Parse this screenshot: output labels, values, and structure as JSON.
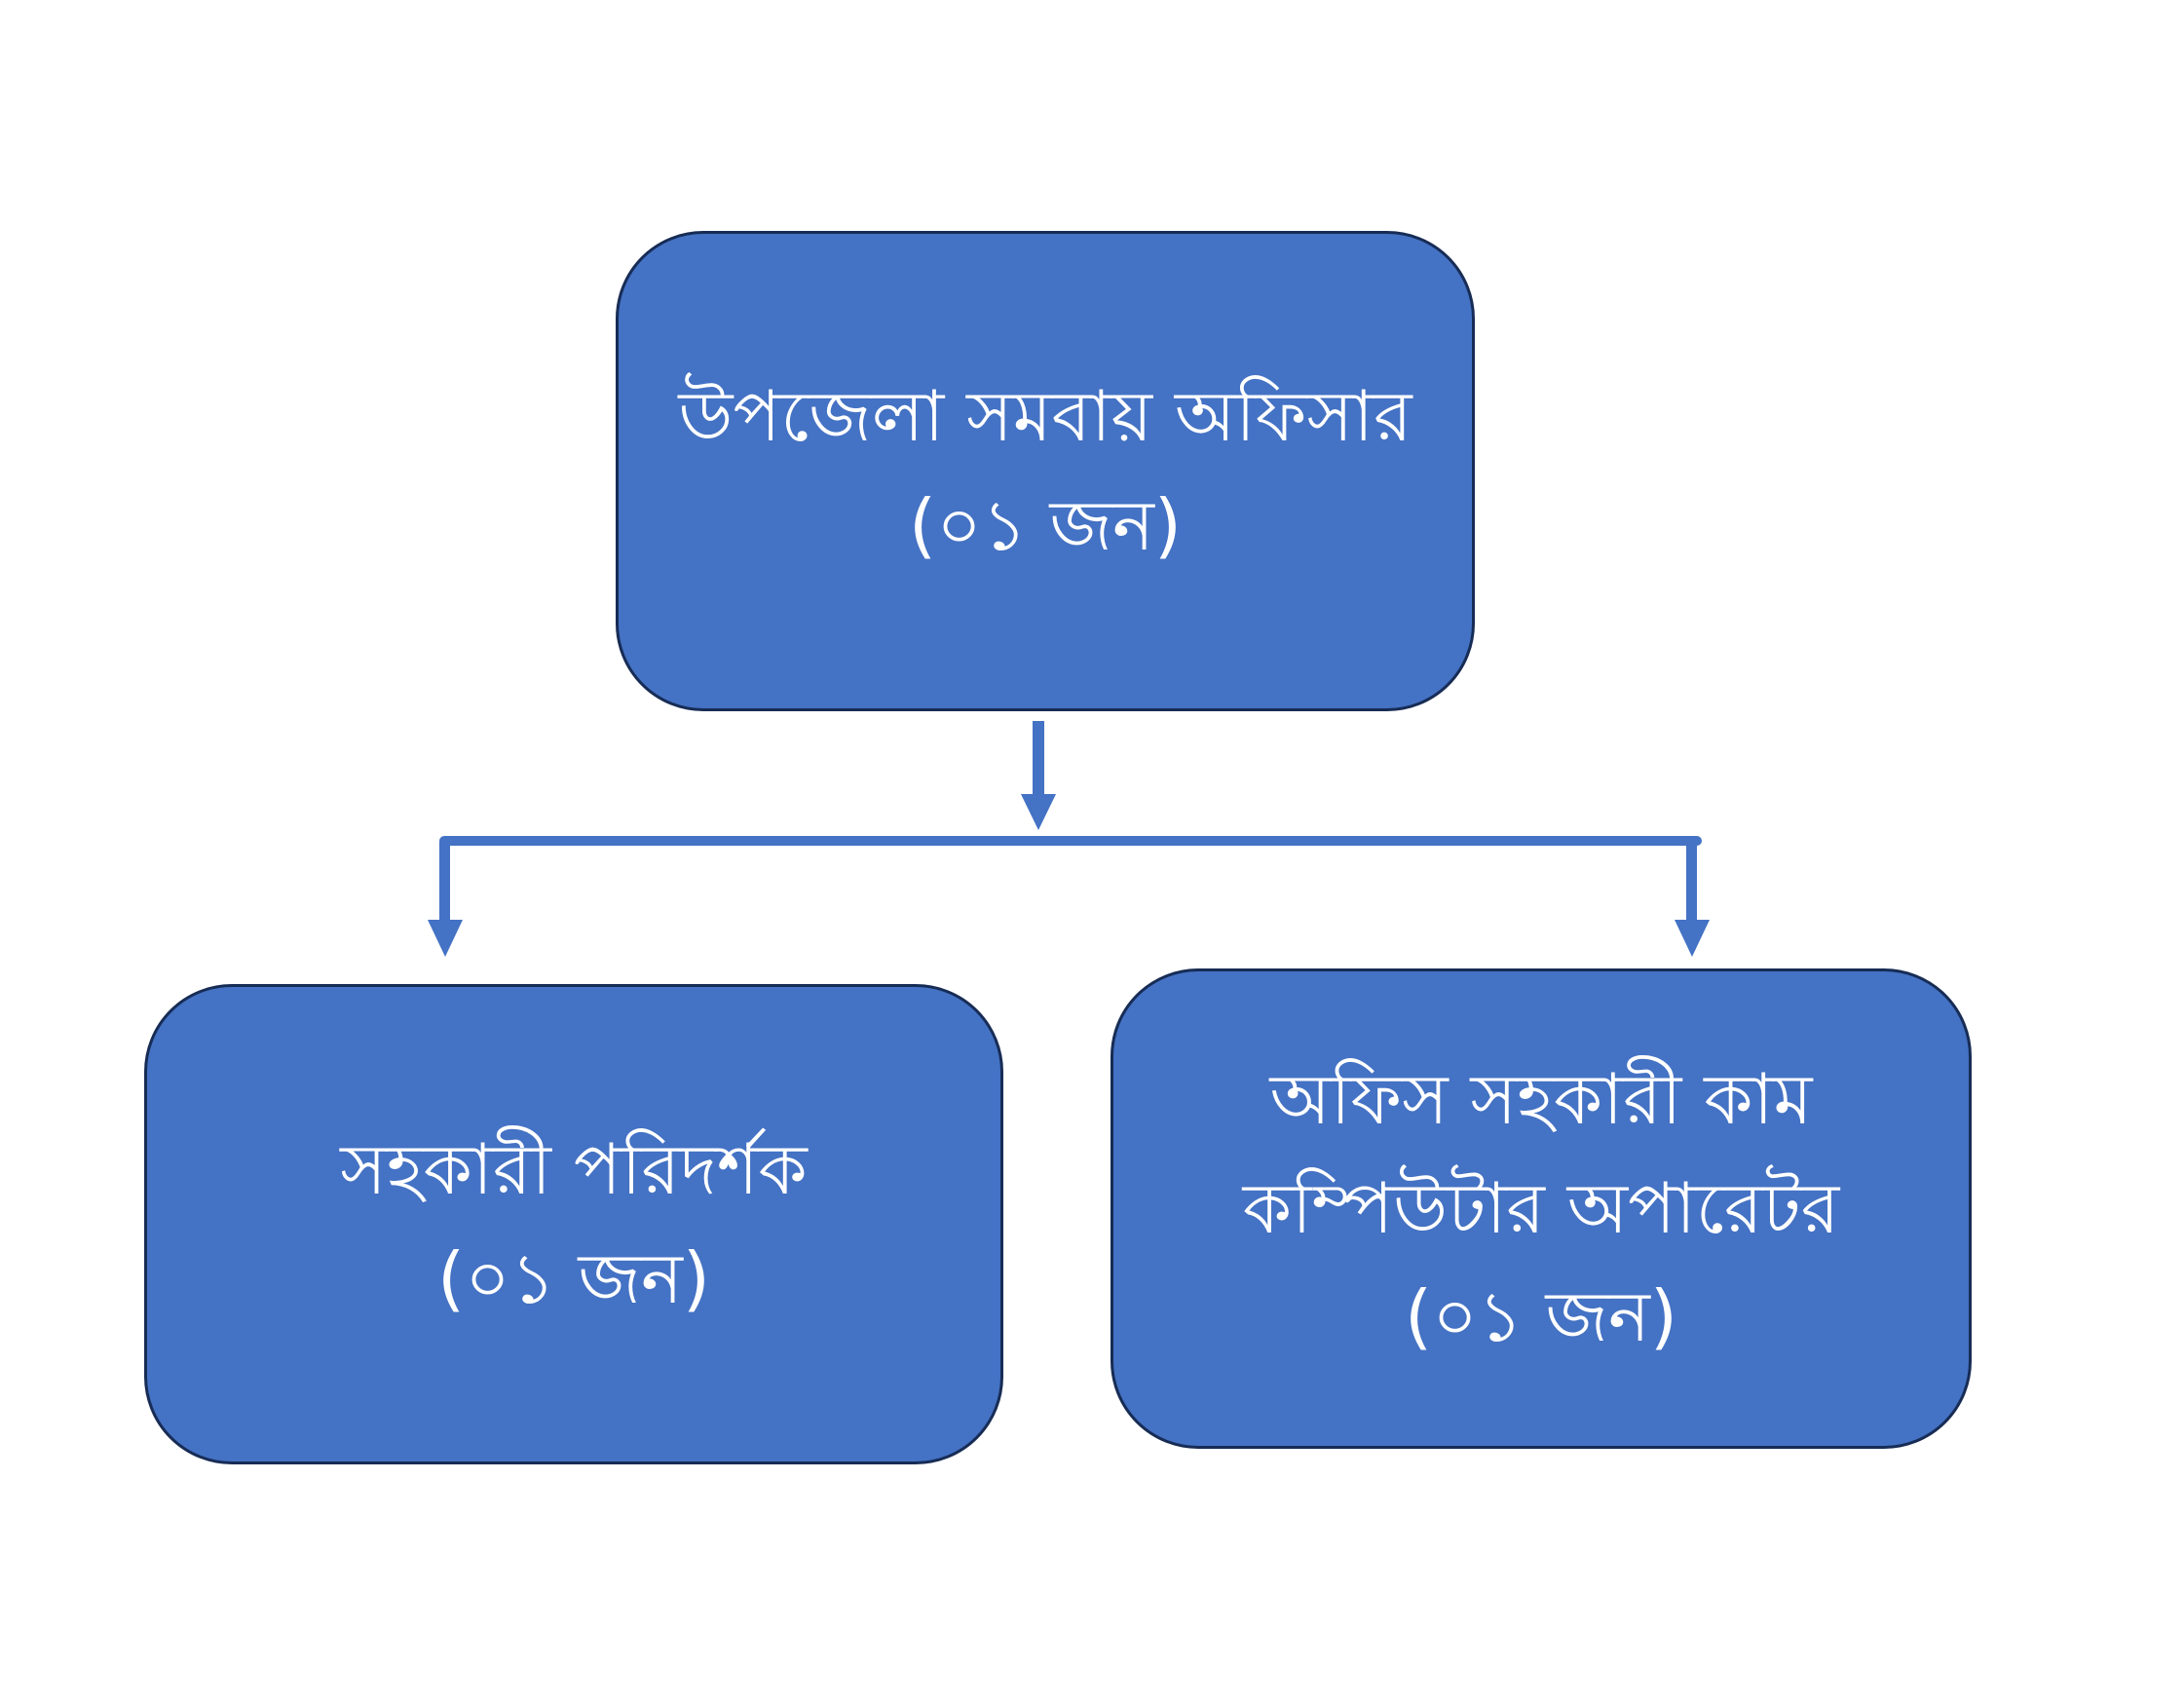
{
  "colors": {
    "box_fill": "#4472c4",
    "box_border": "#172c55",
    "connector": "#4472c4",
    "text": "#ffffff"
  },
  "top": {
    "lines": [
      "উপজেলা সমবায় অফিসার",
      "(০১ জন)"
    ]
  },
  "left": {
    "lines": [
      "সহকারী পরিদর্শক",
      "(০১ জন)"
    ]
  },
  "right": {
    "lines": [
      "অফিস সহকারী কাম",
      "কম্পিউটার অপারেটর",
      "(০১ জন)"
    ]
  }
}
